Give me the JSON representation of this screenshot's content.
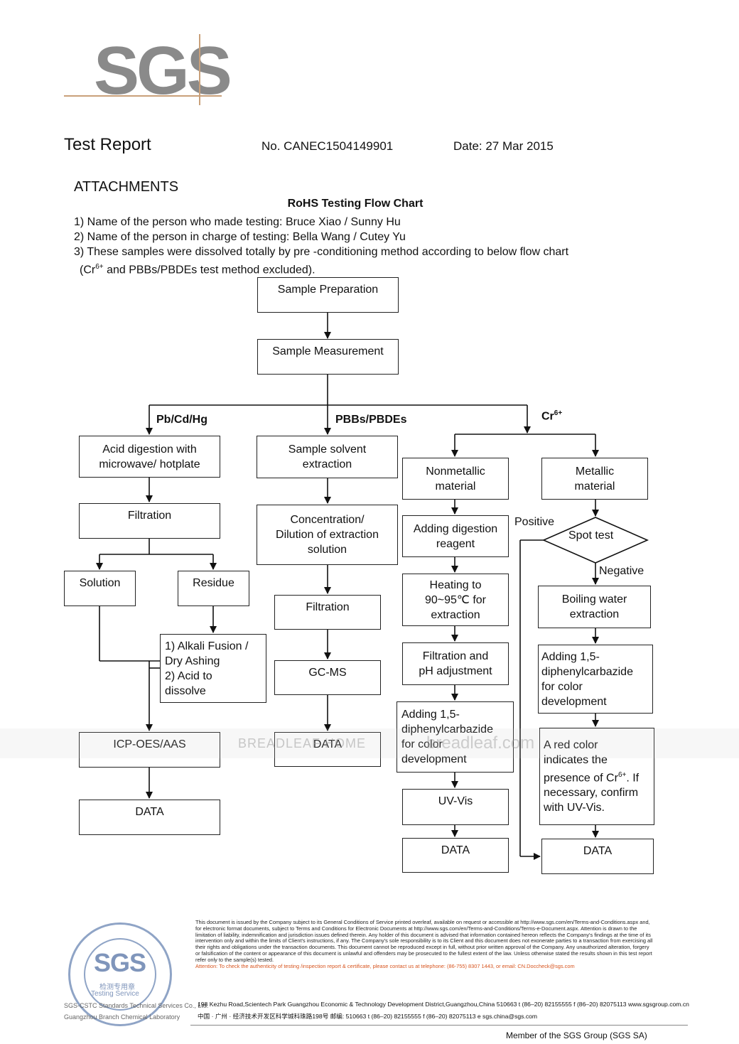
{
  "header": {
    "logo": "SGS",
    "title": "Test Report",
    "report_no": "No. CANEC1504149901",
    "date": "Date: 27 Mar 2015"
  },
  "section": "ATTACHMENTS",
  "flow_title": "RoHS Testing Flow Chart",
  "notes": {
    "n1": "1) Name of the person who made testing:  Bruce Xiao / Sunny Hu",
    "n2": "2) Name of the person in charge of testing:  Bella Wang / Cutey Yu",
    "n3": "3) These samples were dissolved totally by pre -conditioning method according to below flow chart",
    "n4a": "(Cr",
    "n4sup": "6+",
    "n4b": " and PBBs/PBDEs  test method excluded)."
  },
  "flow": {
    "sample_prep": "Sample Preparation",
    "sample_meas": "Sample Measurement",
    "branch_pb": "Pb/Cd/Hg",
    "branch_pbb": "PBBs/PBDEs",
    "branch_cr": "Cr",
    "branch_cr_sup": "6+",
    "acid_digestion": "Acid digestion with\nmicrowave/ hotplate",
    "filtration_1": "Filtration",
    "solution": "Solution",
    "residue": "Residue",
    "alkali": "1) Alkali Fusion /\n    Dry Ashing\n2) Acid to\n    dissolve",
    "icp": "ICP-OES/AAS",
    "data_1": "DATA",
    "solvent_extraction": "Sample solvent\nextraction",
    "concentration": "Concentration/\nDilution of extraction\nsolution",
    "filtration_2": "Filtration",
    "gcms": "GC-MS",
    "data_2": "DATA",
    "nonmetallic": "Nonmetallic\nmaterial",
    "digestion_reagent": "Adding digestion\nreagent",
    "heating": "Heating to\n90~95℃ for\nextraction",
    "filtration_ph": "Filtration and\npH adjustment",
    "adding_dpc_1": "Adding 1,5-\ndiphenylcarbazide\nfor color\ndevelopment",
    "uvvis": "UV-Vis",
    "data_3": "DATA",
    "metallic": "Metallic\nmaterial",
    "spot_test": "Spot test",
    "positive": "Positive",
    "negative": "Negative",
    "boiling": "Boiling water\nextraction",
    "adding_dpc_2": "Adding 1,5-\ndiphenylcarbazide\nfor color\ndevelopment",
    "red_color_a": "A red color\nindicates the\npresence of Cr",
    "red_color_sup": "6+",
    "red_color_b": ". If\nnecessary, confirm\nwith UV-Vis.",
    "data_4": "DATA"
  },
  "watermark": {
    "t1": "BREADLEAF HOME",
    "t2": "breadleaf.com"
  },
  "footer": {
    "stamp_logo": "SGS",
    "stamp_cn": "检测专用章",
    "stamp_service": "Testing Service",
    "stamp_line1": "SGS-CSTC Standards Technical Services Co., Ltd.",
    "stamp_line2": "Guangzhou Branch Chemical Laboratory",
    "fine_print": "This document is issued by the Company subject to its General Conditions of Service printed overleaf, available on request or accessible at http://www.sgs.com/en/Terms-and-Conditions.aspx and, for electronic format documents, subject to Terms and Conditions for Electronic Documents at http://www.sgs.com/en/Terms-and-Conditions/Terms-e-Document.aspx. Attention is drawn to the limitation of liability, indemnification and jurisdiction issues defined therein. Any holder of this document is advised that information contained hereon reflects the Company's findings at the time of its intervention only and within the limits of Client's instructions, if any. The Company's sole responsibility is to its Client and this document does not exonerate parties to a transaction from exercising all their rights and obligations under the transaction documents. This document cannot be reproduced except in full, without prior written approval of the Company. Any unauthorized alteration, forgery or falsification of the content or appearance of this document is unlawful and offenders may be prosecuted to the fullest extent of the law. Unless otherwise stated the results shown in this test report refer only to the sample(s) tested.",
    "attention": "Attention: To check the authenticity of testing /inspection report & certificate, please contact us at telephone: (86-755) 8307 1443, or email: CN.Doccheck@sgs.com",
    "addr_en": "198 Kezhu Road,Scientech Park Guangzhou Economic & Technology Development District,Guangzhou,China  510663   t (86–20) 82155555   f (86–20) 82075113   www.sgsgroup.com.cn",
    "addr_cn": "中国 · 广州 · 经济技术开发区科学城科珠路198号                         邮编: 510663   t (86–20) 82155555   f (86–20) 82075113   e sgs.china@sgs.com",
    "member": "Member of the SGS Group (SGS SA)"
  }
}
